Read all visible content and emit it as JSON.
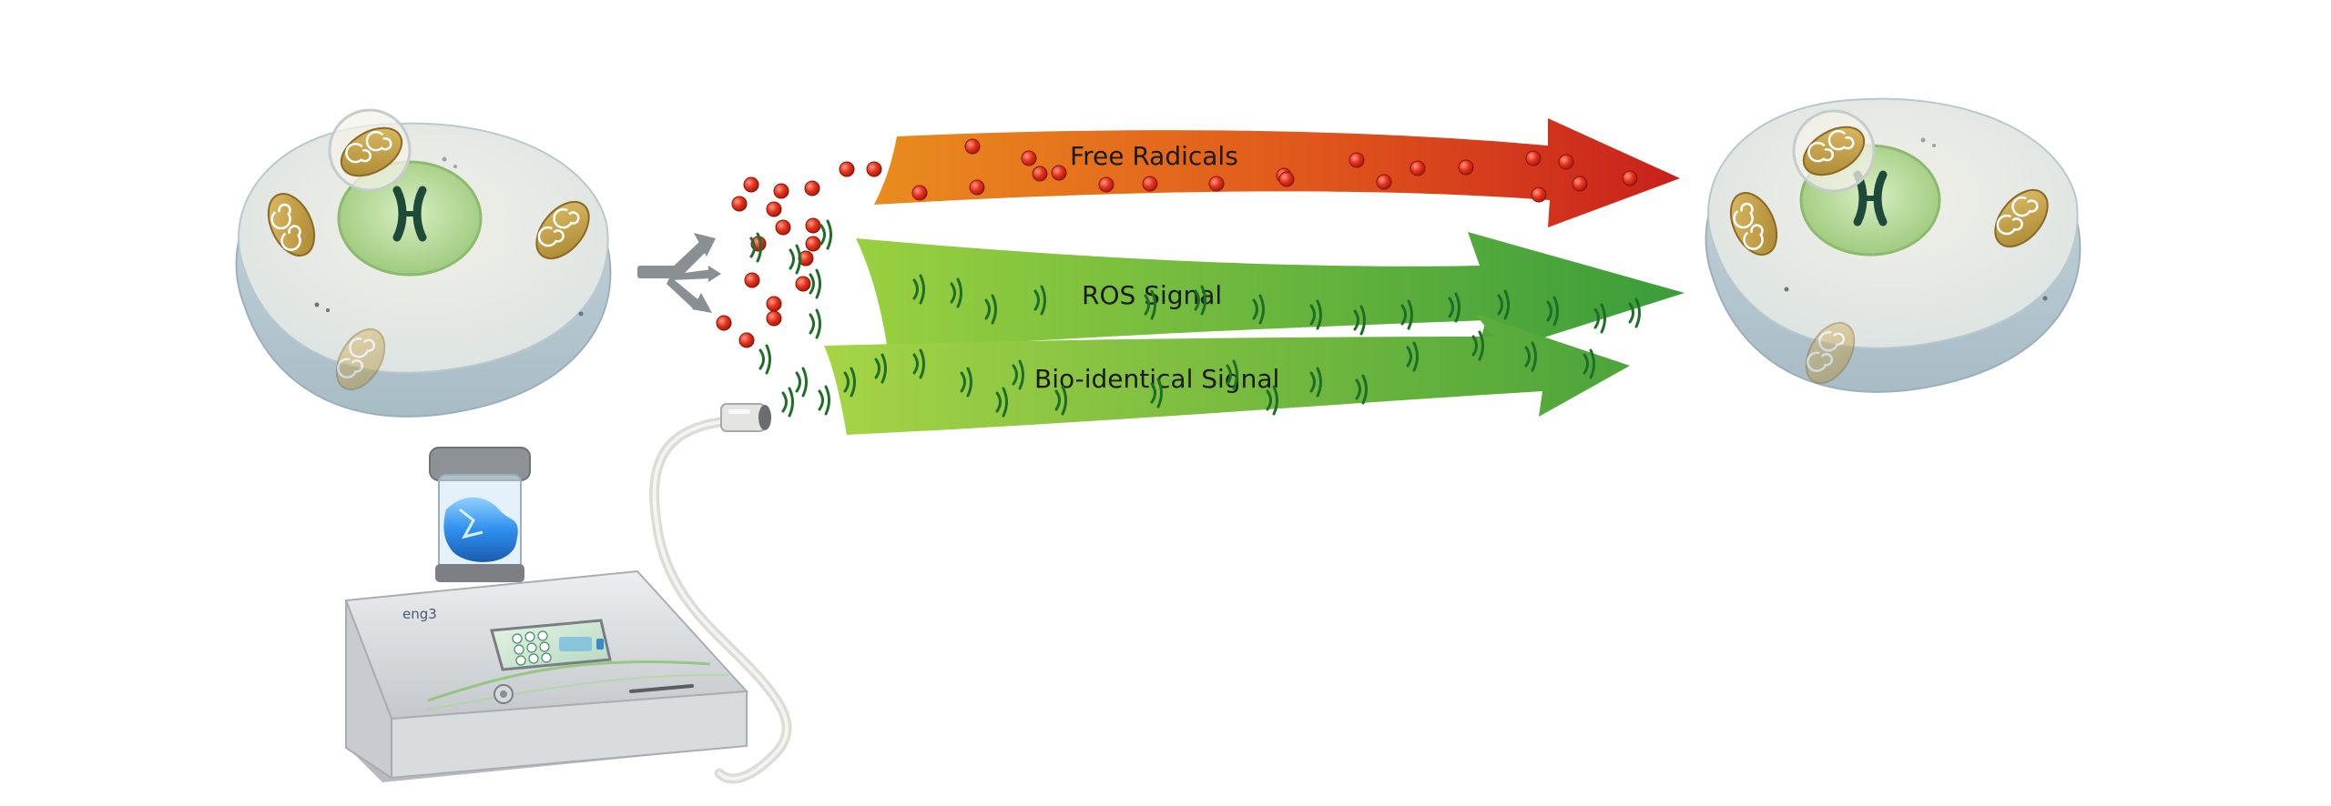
{
  "arrows": {
    "free_radicals": {
      "label": "Free Radicals",
      "colors": [
        "#e8841c",
        "#d0281c"
      ]
    },
    "ros_signal": {
      "label": "ROS Signal",
      "colors": [
        "#8cc83c",
        "#3a9a3a"
      ]
    },
    "bio_identical_signal": {
      "label": "Bio-identical Signal",
      "colors": [
        "#a0d040",
        "#4aa03a"
      ]
    }
  },
  "device": {
    "brand": "eng3"
  },
  "colors": {
    "radical_fill": "#e8341c",
    "wave_stroke": "#1e6e28",
    "cell_body": "#e6ece8",
    "cell_base": "#b8c8d0",
    "nucleus": "#b8dc9a",
    "mitochondria": "#c9a44c",
    "splitter": "#8a8f94",
    "gel": "#3aa6ff"
  },
  "icons": {
    "chromosome": "chromosome-icon",
    "mitochondrion": "mitochondrion-icon",
    "signal_wave": "signal-wave-icon",
    "radical": "free-radical-icon"
  }
}
